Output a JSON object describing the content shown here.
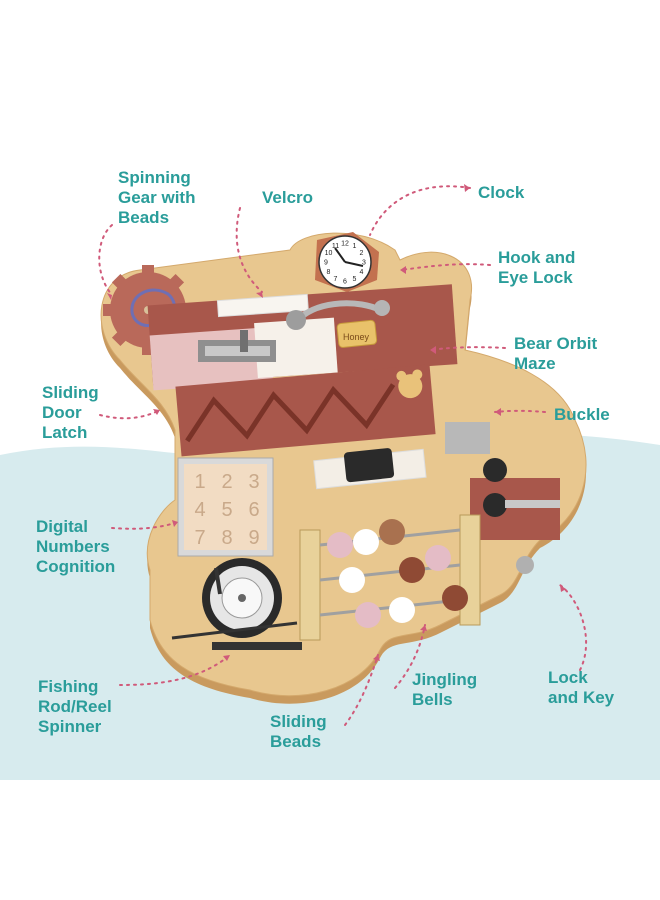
{
  "labels": {
    "spinning_gear": "Spinning\nGear with\nBeads",
    "velcro": "Velcro",
    "clock": "Clock",
    "hook_eye": "Hook and\nEye Lock",
    "bear_maze": "Bear Orbit\nMaze",
    "buckle": "Buckle",
    "sliding_latch": "Sliding\nDoor\nLatch",
    "digital_numbers": "Digital\nNumbers\nCognition",
    "fishing_rod": "Fishing\nRod/Reel\nSpinner",
    "sliding_beads": "Sliding\nBeads",
    "jingling_bells": "Jingling\nBells",
    "lock_key": "Lock\nand Key"
  },
  "tag_text": "Honey",
  "number_tiles": [
    "1",
    "2",
    "3",
    "4",
    "5",
    "6",
    "7",
    "8",
    "9"
  ],
  "clock_numbers": [
    "12",
    "1",
    "2",
    "3",
    "4",
    "5",
    "6",
    "7",
    "8",
    "9",
    "10",
    "11"
  ],
  "colors": {
    "label": "#2a9d9a",
    "wave": "#d7ebee",
    "wood": "#e8c78f",
    "wood_edge": "#c99a5e",
    "panel_red": "#a8574b",
    "panel_pink": "#e7c1c0",
    "dotted": "#d05a7a"
  }
}
